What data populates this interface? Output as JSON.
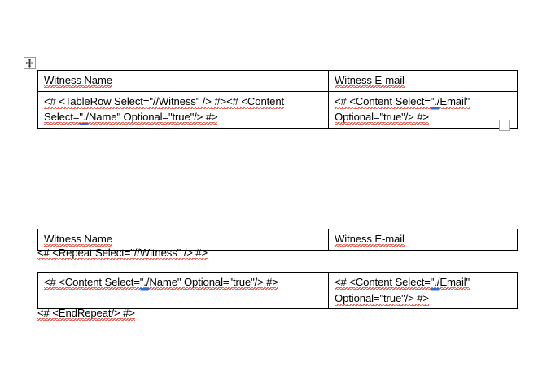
{
  "document": {
    "background_color": "#ffffff",
    "text_color": "#000000",
    "table_border_color": "#000000",
    "spellcheck_underline_color": "#e8392a",
    "grammar_underline_color": "#2d6fd1",
    "handle_border_color": "#9a9a9a"
  },
  "handles": {
    "move_handle_icon": "move-cross-icon",
    "resize_handle_icon": "resize-square-icon"
  },
  "table_one": {
    "header": {
      "col_a": "Witness Name",
      "col_b": "Witness E-mail"
    },
    "body": {
      "col_a": "<# <TableRow Select=\"//Witness\" /> #><# <Content Select=\"./Name\" Optional=\"true\"/> #>",
      "col_b": "<# <Content Select=\"./Email\" Optional=\"true\"/> #>"
    }
  },
  "repeat_open_paragraph": "<# <Repeat Select=\"//Witness\" /> #>",
  "table_two_header": {
    "col_a": "Witness Name",
    "col_b": "Witness E-mail"
  },
  "table_two_body": {
    "col_a": "<# <Content Select=\"./Name\" Optional=\"true\"/> #>",
    "col_b": "<# <Content Select=\"./Email\" Optional=\"true\"/> #>"
  },
  "repeat_close_paragraph": "<# <EndRepeat/> #>"
}
